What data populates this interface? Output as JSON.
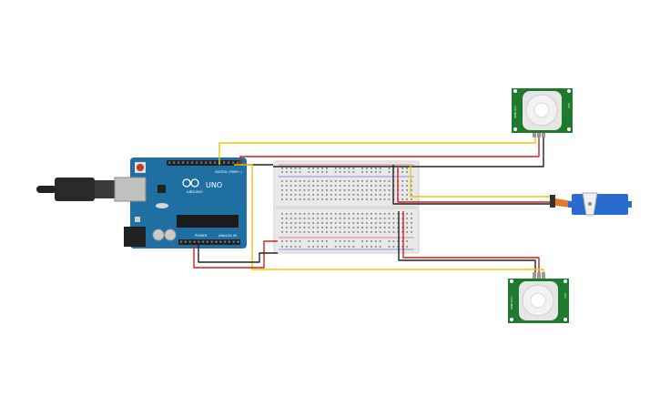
{
  "arduino": {
    "brand": "ARDUINO",
    "model": "UNO",
    "digital_label": "DIGITAL (PWM~)",
    "power_label": "POWER",
    "analog_label": "ANALOG IN"
  },
  "pir_sensor_top": {
    "left_label": "GND OUT",
    "right_label": "VCC"
  },
  "pir_sensor_bottom": {
    "left_label": "GND OUT",
    "right_label": "VCC"
  },
  "colors": {
    "board": "#1f6fa3",
    "board_dark": "#155a86",
    "pcb_green": "#1f7a2e",
    "dome": "#e6e6e6",
    "breadboard": "#e9e9e9",
    "wire_yellow": "#e8c80c",
    "wire_red": "#d31f1f",
    "wire_black": "#222222",
    "servo": "#2a6bd0"
  }
}
